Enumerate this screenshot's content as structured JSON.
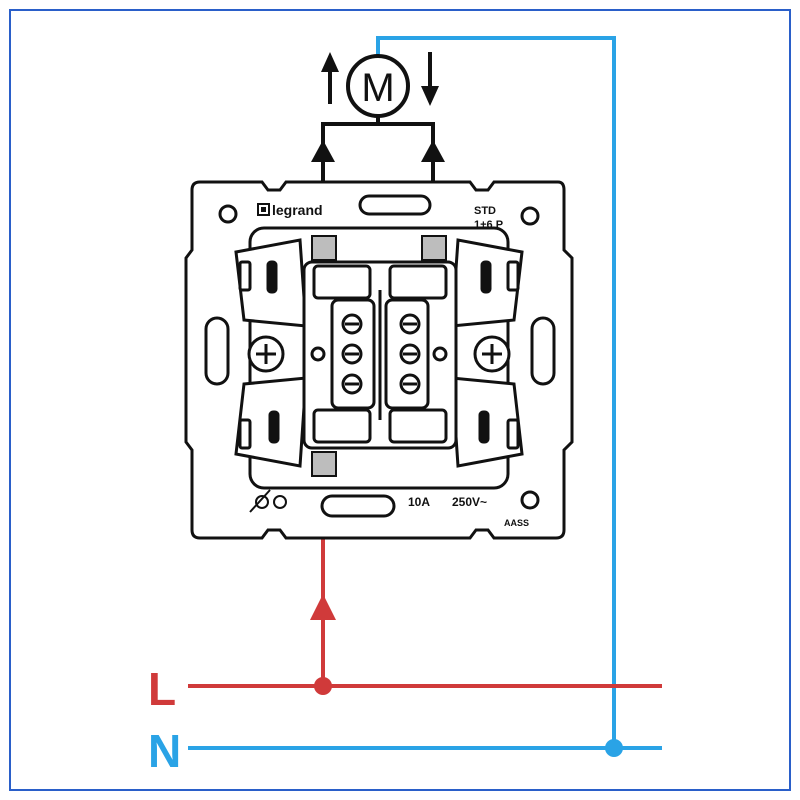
{
  "device": {
    "brand": "legrand",
    "model_line1": "STD",
    "model_line2": "1+6 P",
    "current_rating": "10A",
    "voltage_rating": "250V~",
    "code": "AASS"
  },
  "motor": {
    "symbol": "M"
  },
  "wires": {
    "line": {
      "label": "L",
      "color": "#d03a3a"
    },
    "neutral": {
      "label": "N",
      "color": "#2aa3e6"
    }
  },
  "colors": {
    "frame_border": "#2a5fc9",
    "outline": "#111111",
    "terminal_gray": "#bdbdbd"
  },
  "icons": [
    "arrow-up-icon",
    "arrow-down-icon",
    "motor-icon",
    "screw-icon"
  ]
}
